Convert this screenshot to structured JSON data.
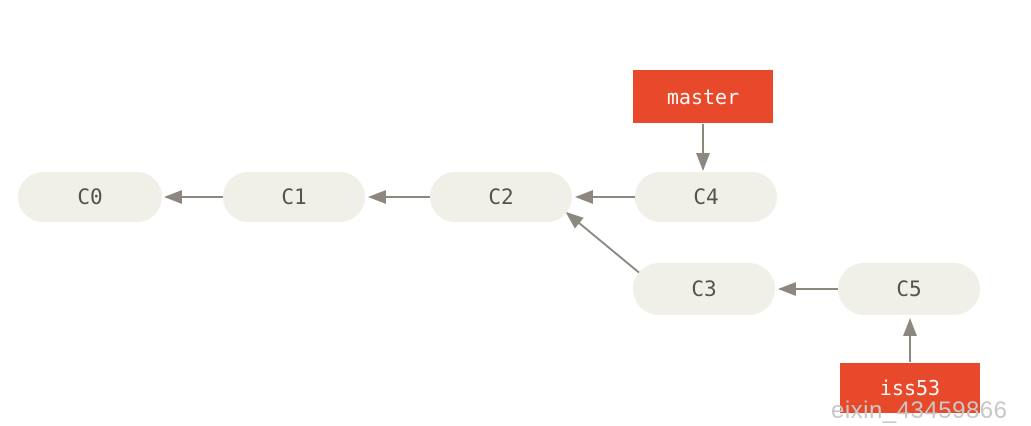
{
  "graph": {
    "commits": {
      "c0": {
        "label": "C0"
      },
      "c1": {
        "label": "C1"
      },
      "c2": {
        "label": "C2"
      },
      "c3": {
        "label": "C3"
      },
      "c4": {
        "label": "C4"
      },
      "c5": {
        "label": "C5"
      }
    },
    "branches": {
      "master": {
        "label": "master",
        "points_to": "C4"
      },
      "iss53": {
        "label": "iss53",
        "points_to": "C5"
      }
    },
    "edges": [
      {
        "from": "C1",
        "to": "C0"
      },
      {
        "from": "C2",
        "to": "C1"
      },
      {
        "from": "C4",
        "to": "C2"
      },
      {
        "from": "C3",
        "to": "C2"
      },
      {
        "from": "C5",
        "to": "C3"
      },
      {
        "from": "master",
        "to": "C4"
      },
      {
        "from": "iss53",
        "to": "C5"
      }
    ],
    "colors": {
      "background": "#FFFFFF",
      "commit_fill": "#F0EFE8",
      "commit_text": "#57524A",
      "branch_fill": "#E8492B",
      "branch_text": "#FCFAF7",
      "arrow": "#8D887F",
      "watermark_text": "#C8C8C8"
    },
    "watermark": {
      "text": "eixin_43459866"
    }
  }
}
